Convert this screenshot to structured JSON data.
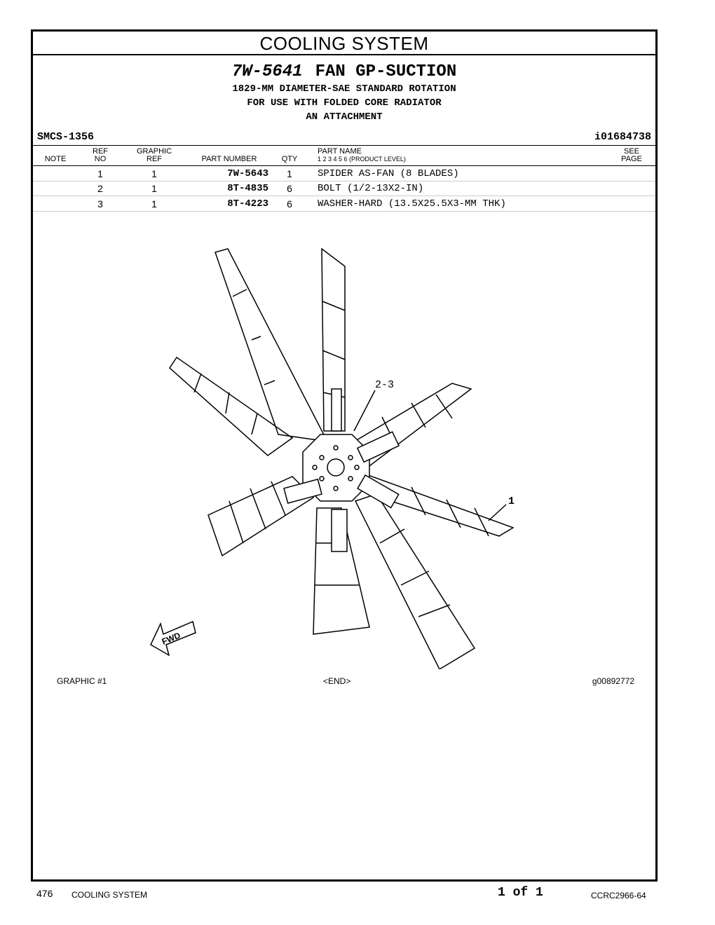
{
  "section_title": "COOLING SYSTEM",
  "group": {
    "part_number": "7W-5641",
    "name": "FAN GP-SUCTION",
    "description": [
      "1829-MM DIAMETER-SAE STANDARD ROTATION",
      "FOR USE WITH FOLDED CORE RADIATOR",
      "AN ATTACHMENT"
    ]
  },
  "smcs": "SMCS-1356",
  "doc_id": "i01684738",
  "table": {
    "headers": {
      "note": "NOTE",
      "ref_top": "REF",
      "ref_bottom": "NO",
      "graphic_top": "GRAPHIC",
      "graphic_bottom": "REF",
      "part_number": "PART NUMBER",
      "qty": "QTY",
      "part_name": "PART NAME",
      "product_level": "1   2   3   4   5   6   (PRODUCT LEVEL)",
      "see_top": "SEE",
      "see_bottom": "PAGE"
    },
    "rows": [
      {
        "ref": "1",
        "graphic": "1",
        "part_number": "7W-5643",
        "qty": "1",
        "name": "SPIDER AS-FAN (8 BLADES)"
      },
      {
        "ref": "2",
        "graphic": "1",
        "part_number": "8T-4835",
        "qty": "6",
        "name": "BOLT (1/2-13X2-IN)"
      },
      {
        "ref": "3",
        "graphic": "1",
        "part_number": "8T-4223",
        "qty": "6",
        "name": "WASHER-HARD (13.5X25.5X3-MM THK)"
      }
    ]
  },
  "illustration": {
    "callout_1": "1",
    "callout_23": "2-3",
    "fwd": "FWD"
  },
  "graphic_label": "GRAPHIC #1",
  "end_label": "<END>",
  "graphic_id": "g00892772",
  "footer": {
    "page_number": "476",
    "section": "COOLING SYSTEM",
    "page_of": "1 of 1",
    "doc_code": "CCRC2966-64"
  }
}
